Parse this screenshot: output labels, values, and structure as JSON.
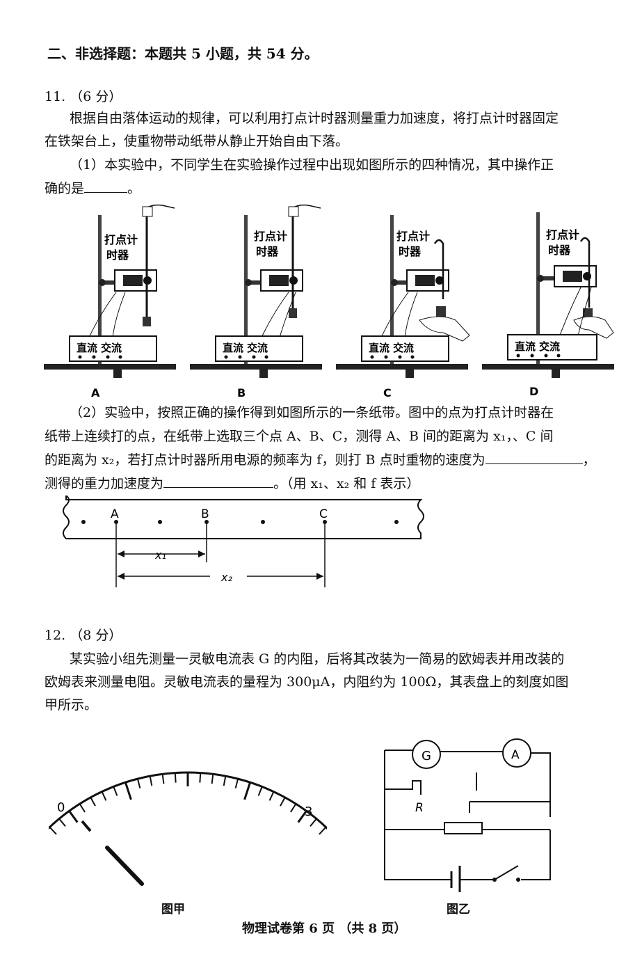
{
  "section": {
    "heading": "二、非选择题：本题共 5 小题，共 54 分。"
  },
  "q11": {
    "number": "11.",
    "score": "（6 分）",
    "intro_line1": "根据自由落体运动的规律，可以利用打点计时器测量重力加速度，将打点计时器固定",
    "intro_line2": "在铁架台上，使重物带动纸带从静止开始自由下落。",
    "part1_line1": "（1）本实验中，不同学生在实验操作过程中出现如图所示的四种情况，其中操作正",
    "part1_line2": "确的是",
    "part1_end": "。",
    "apparatus": {
      "timer_label_1": "打点计",
      "timer_label_2": "时器",
      "dc_label": "直流",
      "ac_label": "交流",
      "option_labels": [
        "A",
        "B",
        "C",
        "D"
      ]
    },
    "part2_line1": "（2）实验中，按照正确的操作得到如图所示的一条纸带。图中的点为打点计时器在",
    "part2_line2": "纸带上连续打的点，在纸带上选取三个点 A、B、C，测得 A、B 间的距离为 x₁，",
    "part2_line2_tail": "、C 间",
    "part2_line3": "的距离为 x₂，若打点计时器所用电源的频率为 f，则打 B 点时重物的速度为",
    "part2_line3_end": "，",
    "part2_line4": "测得的重力加速度为",
    "part2_line4_end": "。（用 x₁、x₂ 和 f 表示）",
    "tape": {
      "points": [
        "A",
        "B",
        "C"
      ],
      "x1": "x₁",
      "x2": "x₂"
    }
  },
  "q12": {
    "number": "12.",
    "score": "（8 分）",
    "line1": "某实验小组先测量一灵敏电流表 G 的内阻，后将其改装为一简易的欧姆表并用改装的",
    "line2": "欧姆表来测量电阻。灵敏电流表的量程为 300μA，内阻约为 100Ω，其表盘上的刻度如图",
    "line3": "甲所示。",
    "dial": {
      "min": "0",
      "max": "3",
      "caption": "图甲"
    },
    "circuit": {
      "meter_g": "G",
      "meter_a": "A",
      "rheostat": "R",
      "caption": "图乙"
    }
  },
  "footer": "物理试卷第 6 页  （共 8 页）"
}
